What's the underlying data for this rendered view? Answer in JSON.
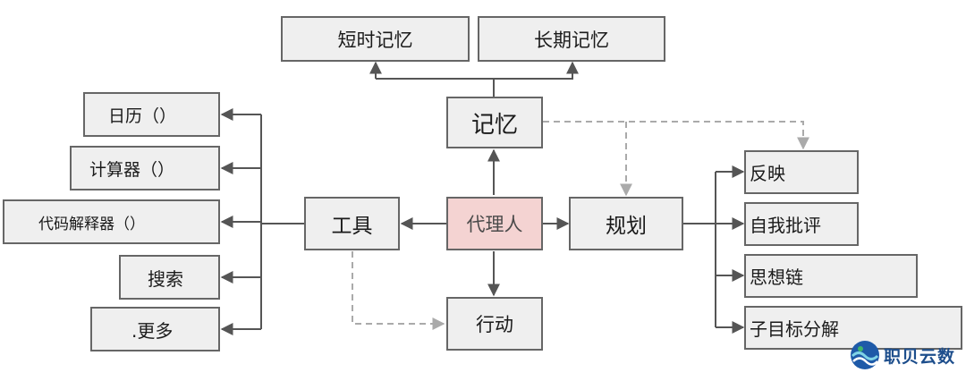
{
  "nodes": {
    "short_term": "短时记忆",
    "long_term": "长期记忆",
    "memory": "记忆",
    "agent": "代理人",
    "tools": "工具",
    "planning": "规划",
    "action": "行动",
    "calendar": "日历（）",
    "calculator": "计算器（）",
    "code_interpreter": "代码解释器（）",
    "search": "搜索",
    "more": ".更多",
    "reflection": "反映",
    "self_critique": "自我批评",
    "chain_of_thought": "思想链",
    "subgoal": "子目标分解"
  },
  "watermark": {
    "text": "职贝云数",
    "icon": "wave-logo-icon"
  },
  "colors": {
    "agent_fill": "#f4d3d2",
    "node_fill": "#efefef",
    "border": "#666666",
    "dashed": "#aaaaaa"
  }
}
